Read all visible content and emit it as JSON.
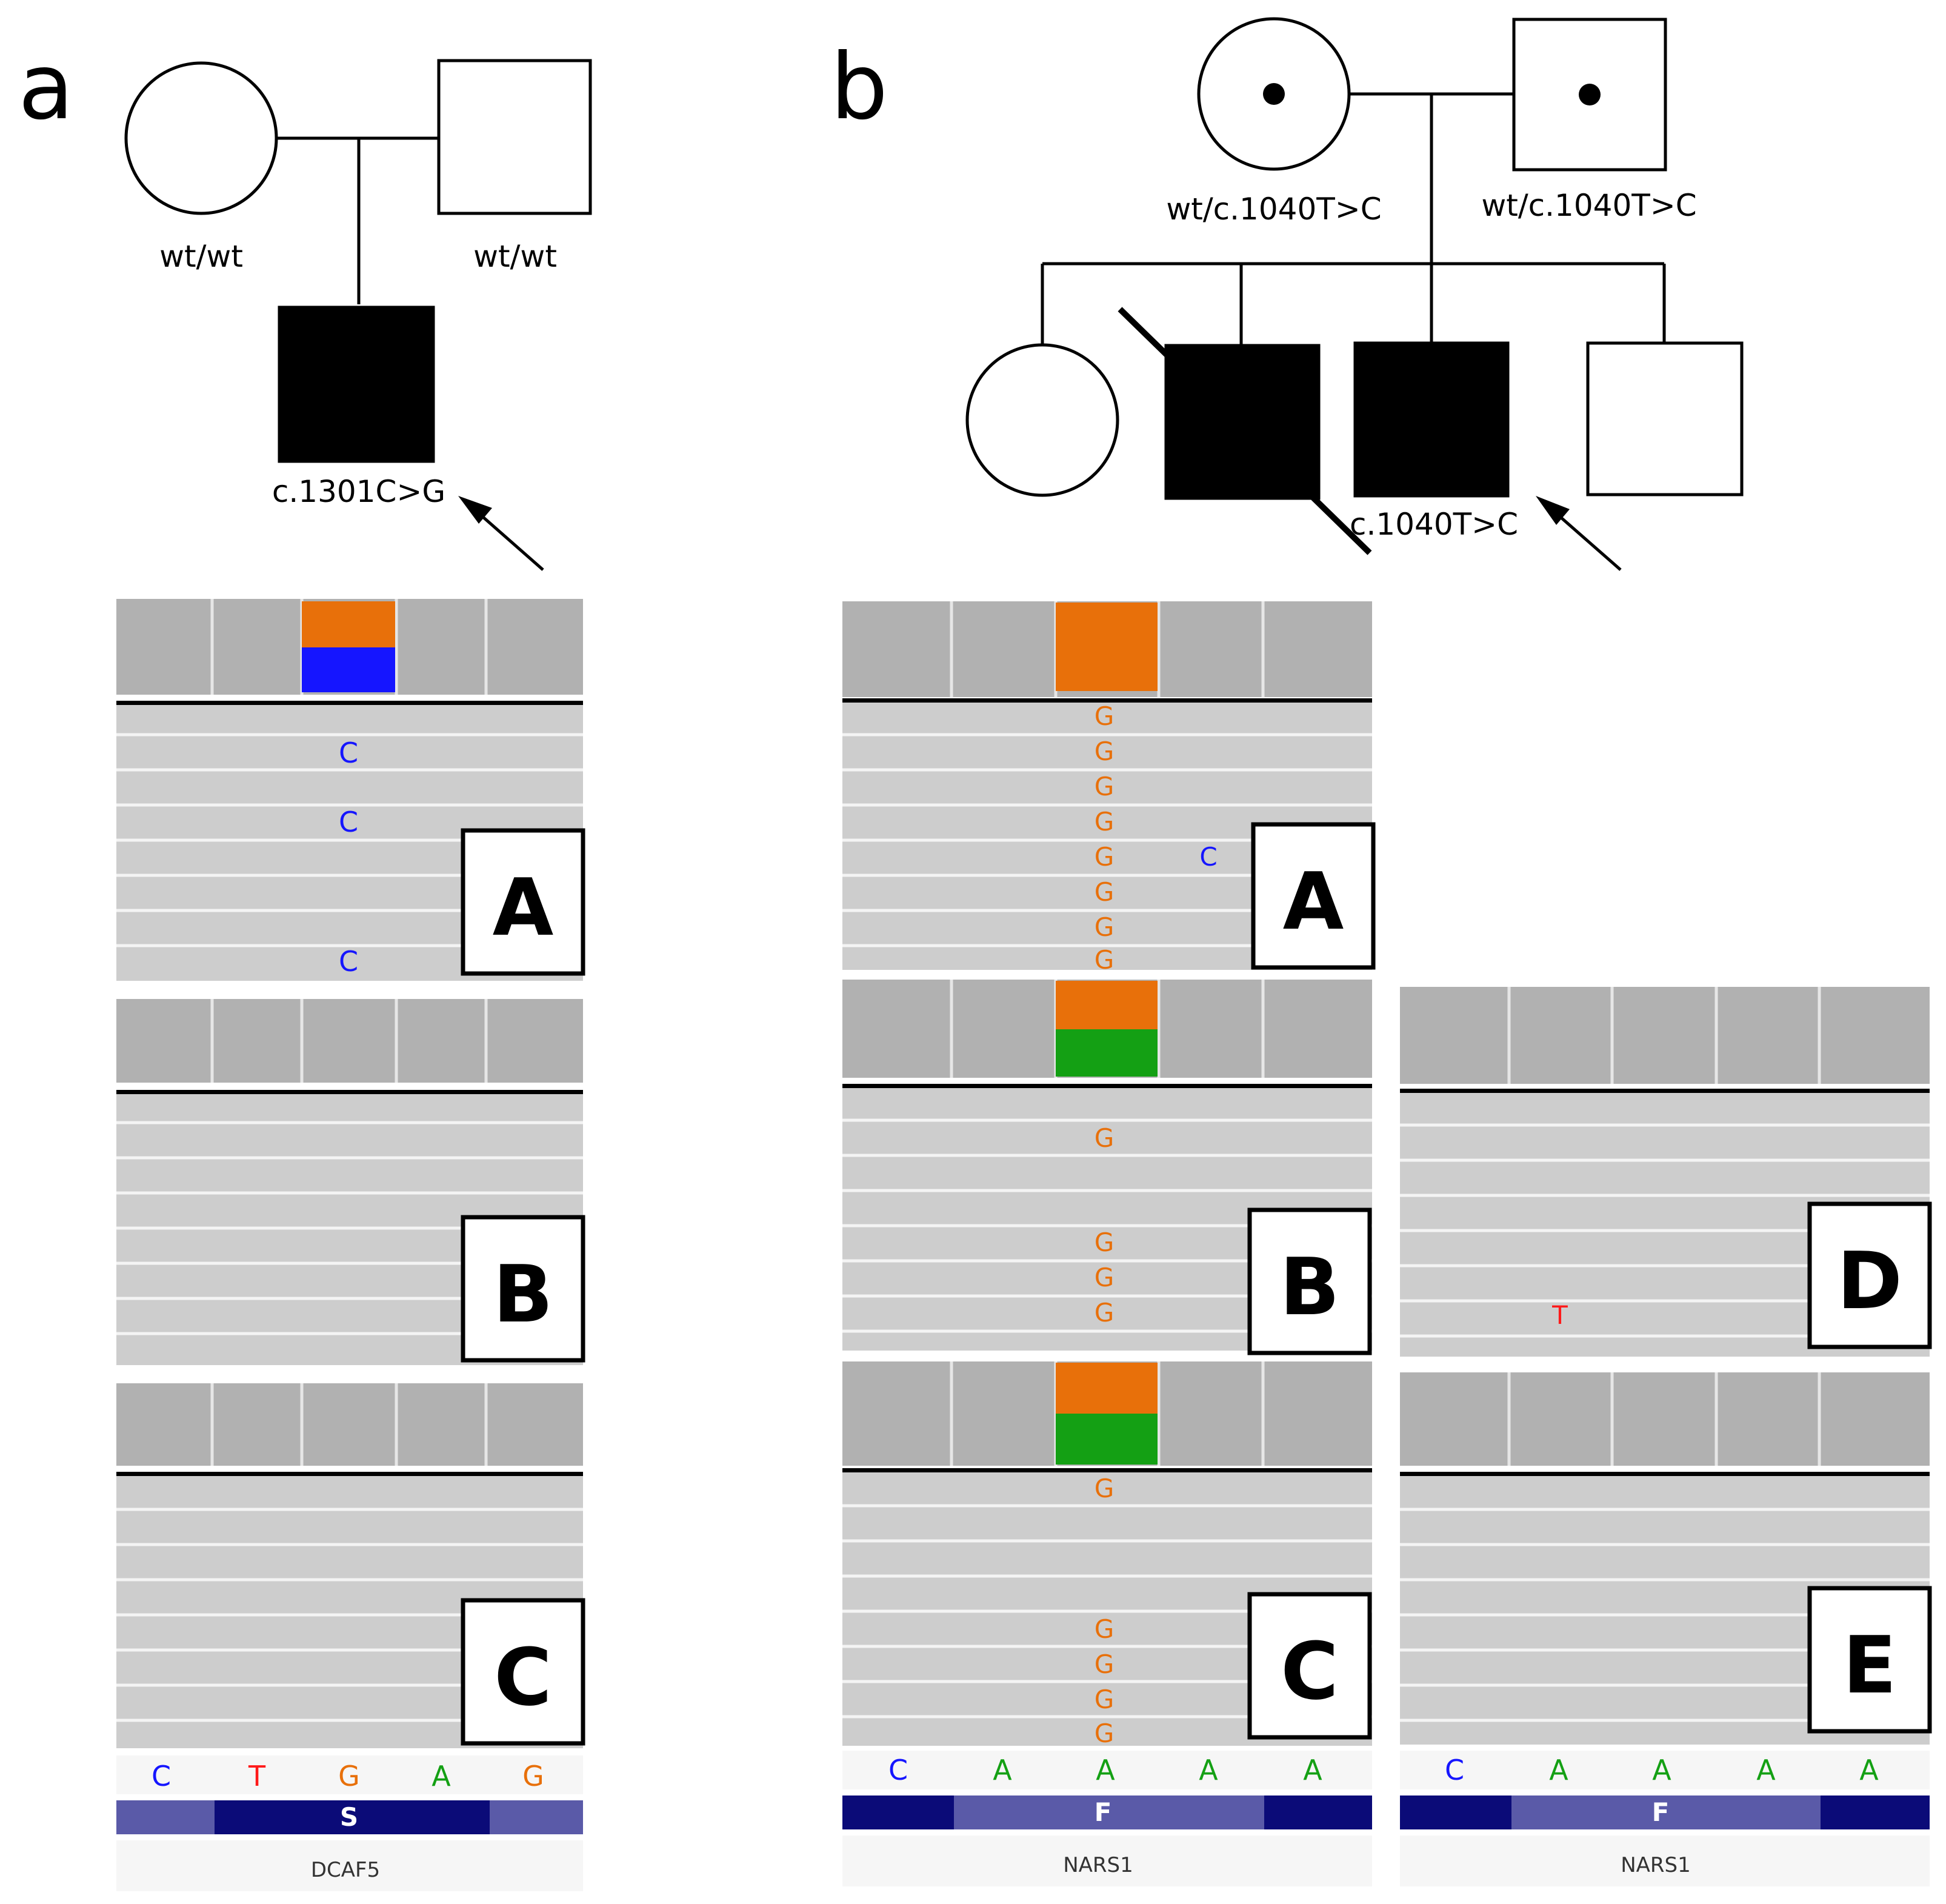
{
  "panel_letters": {
    "a": "a",
    "b": "b"
  },
  "pedigree_a": {
    "mother_genotype": "wt/wt",
    "father_genotype": "wt/wt",
    "proband_variant": "c.1301C>G"
  },
  "pedigree_b": {
    "mother_genotype": "wt/c.1040T>C",
    "father_genotype": "wt/c.1040T>C",
    "proband_variant": "c.1040T>C"
  },
  "track_a": {
    "boxes": {
      "A": "A",
      "B": "B",
      "C": "C"
    },
    "A_reads": [
      "C",
      "C",
      "C"
    ],
    "bases": [
      "C",
      "T",
      "G",
      "A",
      "G"
    ],
    "amino_acid": "S",
    "gene": "DCAF5"
  },
  "track_b": {
    "boxes": {
      "A": "A",
      "B": "B",
      "C": "C"
    },
    "A_reads": [
      "G",
      "G",
      "G",
      "G",
      "G",
      "G",
      "G",
      "G"
    ],
    "A_extra": "C",
    "B_reads": [
      "G",
      "G",
      "G",
      "G"
    ],
    "C_reads": [
      "G",
      "G",
      "G",
      "G",
      "G"
    ],
    "bases": [
      "C",
      "A",
      "A",
      "A",
      "A"
    ],
    "amino_acid": "F",
    "gene": "NARS1"
  },
  "track_c": {
    "boxes": {
      "D": "D",
      "E": "E"
    },
    "D_reads": [
      "T"
    ],
    "bases": [
      "C",
      "A",
      "A",
      "A",
      "A"
    ],
    "amino_acid": "F",
    "gene": "NARS1"
  },
  "colors": {
    "G": "#e8700a",
    "C": "#1515ff",
    "T": "#ff1a1a",
    "A": "#14a014",
    "cov_gray": "#b1b1b1",
    "read_gray": "#cdcdcd",
    "aa_dark": "#0b0b78",
    "aa_light": "#5a5aa8"
  }
}
